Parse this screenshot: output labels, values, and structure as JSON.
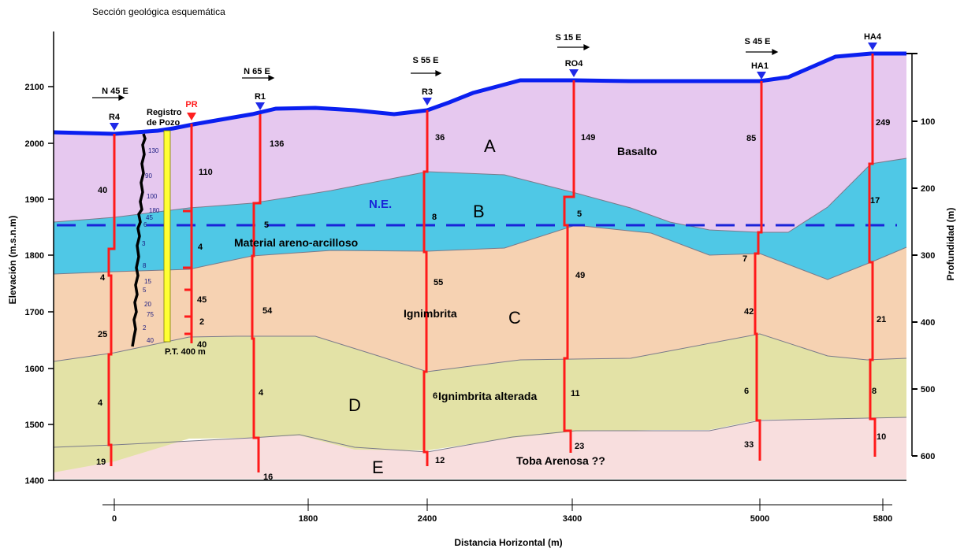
{
  "title": "Sección geológica esquemática",
  "y_axis_left": {
    "label": "Elevación (m.s.n.m)",
    "ticks": [
      "2100",
      "2000",
      "1900",
      "1800",
      "1700",
      "1600",
      "1500",
      "1400"
    ]
  },
  "y_axis_right": {
    "label": "Profundidad (m)",
    "ticks": [
      "100",
      "200",
      "300",
      "400",
      "500",
      "600"
    ]
  },
  "x_axis": {
    "label": "Distancia Horizontal (m)",
    "ticks": [
      "0",
      "1800",
      "2400",
      "3400",
      "5000",
      "5800"
    ]
  },
  "wells": [
    {
      "name": "R4",
      "direction": "N 45 E",
      "values": [
        "40",
        "4",
        "25",
        "4",
        "19"
      ]
    },
    {
      "name": "PR",
      "values": [
        "110",
        "4",
        "45",
        "2",
        "40"
      ]
    },
    {
      "name": "R1",
      "direction": "N 65 E",
      "values": [
        "136",
        "5",
        "54",
        "4",
        "16"
      ]
    },
    {
      "name": "R3",
      "direction": "S 55 E",
      "values": [
        "36",
        "8",
        "55",
        "6",
        "12"
      ]
    },
    {
      "name": "RO4",
      "direction": "S 15 E",
      "values": [
        "149",
        "5",
        "49",
        "11",
        "23"
      ]
    },
    {
      "name": "HA1",
      "direction": "S 45 E",
      "values": [
        "85",
        "7",
        "42",
        "6",
        "33"
      ]
    },
    {
      "name": "HA4",
      "values": [
        "249",
        "17",
        "21",
        "8",
        "10"
      ]
    }
  ],
  "log": {
    "title_line1": "Registro",
    "title_line2": "de Pozo",
    "depth": "P.T. 400 m",
    "values": [
      "130",
      "90",
      "100",
      "180",
      "45",
      "6",
      "3",
      "8",
      "15",
      "5",
      "20",
      "75",
      "2",
      "40"
    ]
  },
  "layers": {
    "A": {
      "letter": "A",
      "name": "Basalto",
      "color": "#e6c8ef"
    },
    "B": {
      "letter": "B",
      "name": "Material areno-arcilloso",
      "color": "#4fc8e6"
    },
    "C": {
      "letter": "C",
      "name": "Ignimbrita",
      "color": "#f6d2b2"
    },
    "D": {
      "letter": "D",
      "name": "Ignimbrita alterada",
      "color": "#e3e2a6"
    },
    "E": {
      "letter": "E",
      "name": "Toba Arenosa ??",
      "color": "#f8dede"
    }
  },
  "water_table_label": "N.E."
}
